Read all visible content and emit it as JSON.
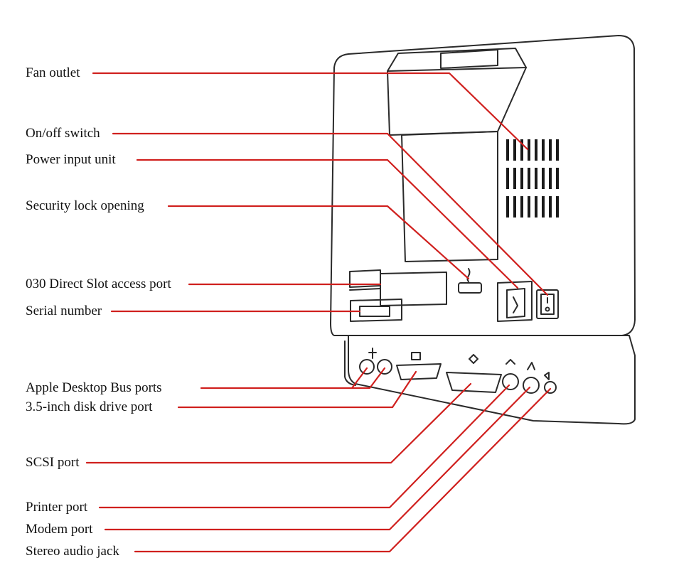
{
  "callouts": [
    {
      "id": "fan-outlet",
      "text": "Fan outlet"
    },
    {
      "id": "on-off-switch",
      "text": "On/off switch"
    },
    {
      "id": "power-input-unit",
      "text": "Power input unit"
    },
    {
      "id": "security-lock-opening",
      "text": "Security lock opening"
    },
    {
      "id": "direct-slot-access-port",
      "text": "030 Direct Slot access port"
    },
    {
      "id": "serial-number",
      "text": "Serial number"
    },
    {
      "id": "apple-desktop-bus-ports",
      "text": "Apple Desktop Bus ports"
    },
    {
      "id": "disk-drive-port",
      "text": "3.5-inch disk drive port"
    },
    {
      "id": "scsi-port",
      "text": "SCSI port"
    },
    {
      "id": "printer-port",
      "text": "Printer port"
    },
    {
      "id": "modem-port",
      "text": "Modem port"
    },
    {
      "id": "stereo-audio-jack",
      "text": "Stereo audio jack"
    }
  ],
  "colors": {
    "leader_line": "#d0201e",
    "outline": "#2a2a2a",
    "text": "#111111"
  }
}
